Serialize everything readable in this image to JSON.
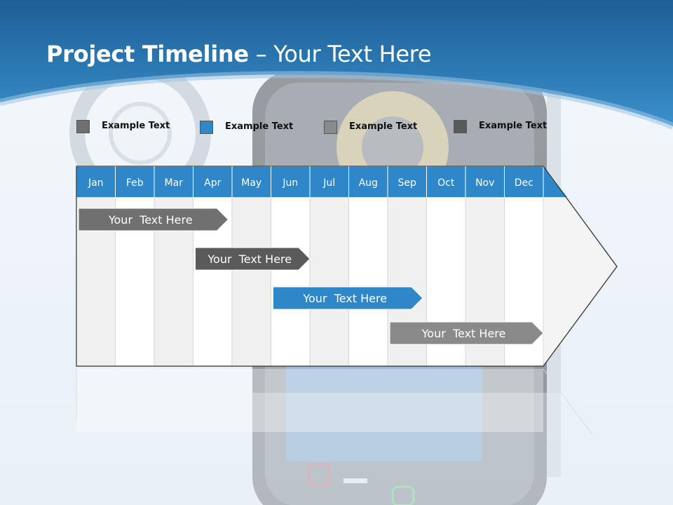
{
  "slide": {
    "title_bold": "Project Timeline",
    "title_rest": " – Your Text Here"
  },
  "legend": [
    {
      "label": "Example Text",
      "color": "#707070"
    },
    {
      "label": "Example Text",
      "color": "#2e87c8"
    },
    {
      "label": "Example Text",
      "color": "#8a8a8a"
    },
    {
      "label": "Example Text",
      "color": "#5a5a5a"
    }
  ],
  "timeline": {
    "months": [
      "Jan",
      "Feb",
      "Mar",
      "Apr",
      "May",
      "Jun",
      "Jul",
      "Aug",
      "Sep",
      "Oct",
      "Nov",
      "Dec"
    ],
    "header_color": "#2e87c8",
    "bars": [
      {
        "label": "Your  Text Here",
        "start": 0,
        "end": 3.9,
        "color": "#707070"
      },
      {
        "label": "Your  Text Here",
        "start": 3,
        "end": 6.0,
        "color": "#5a5a5a"
      },
      {
        "label": "Your  Text Here",
        "start": 5,
        "end": 8.9,
        "color": "#2e87c8"
      },
      {
        "label": "Your  Text Here",
        "start": 8,
        "end": 12.0,
        "color": "#8a8a8a"
      }
    ]
  }
}
